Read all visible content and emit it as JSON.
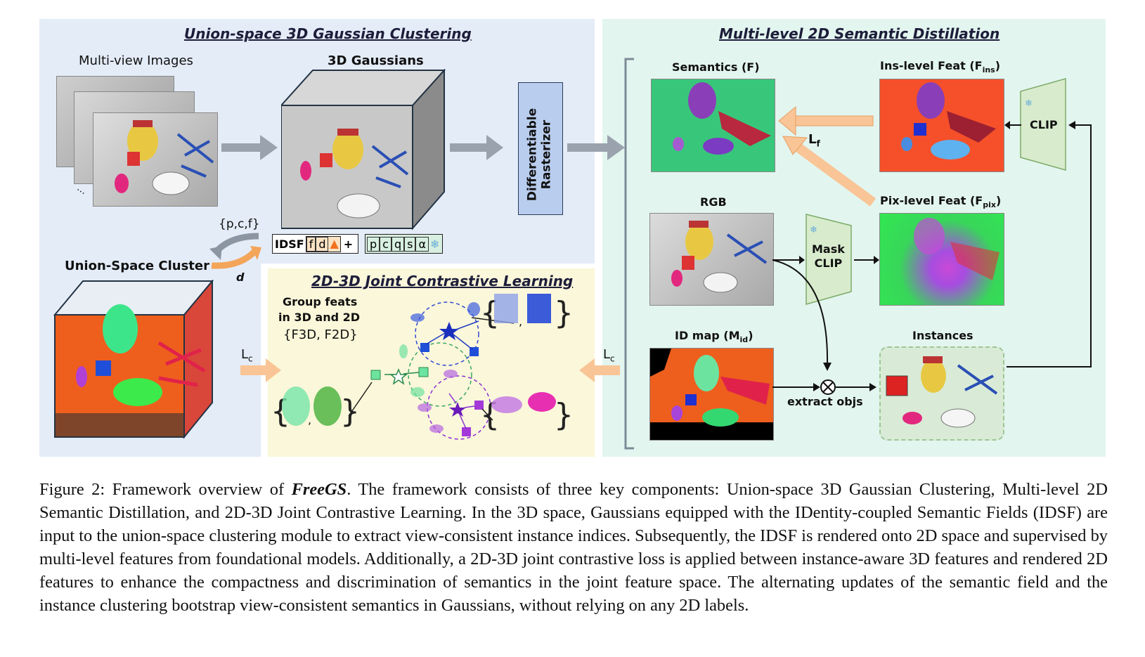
{
  "panels": {
    "left_title": "Union-space 3D Gaussian Clustering",
    "right_title": "Multi-level 2D Semantic Distillation",
    "bottom_title": "2D-3D Joint Contrastive Learning"
  },
  "labels": {
    "multiview": "Multi-view Images",
    "gaussians": "3D Gaussians",
    "rasterizer_line1": "Differentiable",
    "rasterizer_line2": "Rasterizer",
    "idsf": "IDSF",
    "idsf_cells_a": [
      "f",
      "d"
    ],
    "idsf_cells_b": [
      "p",
      "c",
      "q",
      "s",
      "α"
    ],
    "plus": "+",
    "pcf": "{p,c,f}",
    "d": "d",
    "union_cluster": "Union-Space Cluster",
    "lc_left": "L",
    "lc_sub": "c",
    "lc_right": "L",
    "group_feats_1": "Group feats",
    "group_feats_2": "in 3D and 2D",
    "group_feats_3": "{F3D, F2D}",
    "ellipsis": "...",
    "semantics": "Semantics (F)",
    "ins_level": "Ins-level Feat (Fins)",
    "pix_level": "Pix-level Feat (Fpix)",
    "rgb": "RGB",
    "lf": "L",
    "lf_sub": "f",
    "clip": "CLIP",
    "mask_clip_1": "Mask",
    "mask_clip_2": "CLIP",
    "id_map": "ID map (Mid)",
    "instances": "Instances",
    "extract": "extract objs",
    "comma": ","
  },
  "caption": {
    "prefix": "Figure 2: Framework overview of ",
    "name": "FreeGS",
    "body": ". The framework consists of three key components: Union-space 3D Gaussian Clustering, Multi-level 2D Semantic Distillation, and 2D-3D Joint Contrastive Learning. In the 3D space, Gaussians equipped with the IDentity-coupled Semantic Fields (IDSF) are input to the union-space clustering module to extract view-consistent instance indices. Subsequently, the IDSF is rendered onto 2D space and supervised by multi-level features from foundational models. Additionally, a 2D-3D joint contrastive loss is applied between instance-aware 3D features and rendered 2D features to enhance the compactness and discrimination of semantics in the joint feature space. The alternating updates of the semantic field and the instance clustering bootstrap view-consistent semantics in Gaussians, without relying on any 2D labels."
  },
  "colors": {
    "left_bg": "#e4ecf8",
    "right_bg": "#e3f5ef",
    "bottom_bg": "#fbf7da",
    "arrow_gray": "#9aa3ad",
    "arrow_orange": "#f6c08a",
    "rasterizer": "#b9cdee",
    "clip_box": "#d8eccd",
    "ins_feat": "#f5502a",
    "semantic_bg": "#38c77a"
  }
}
